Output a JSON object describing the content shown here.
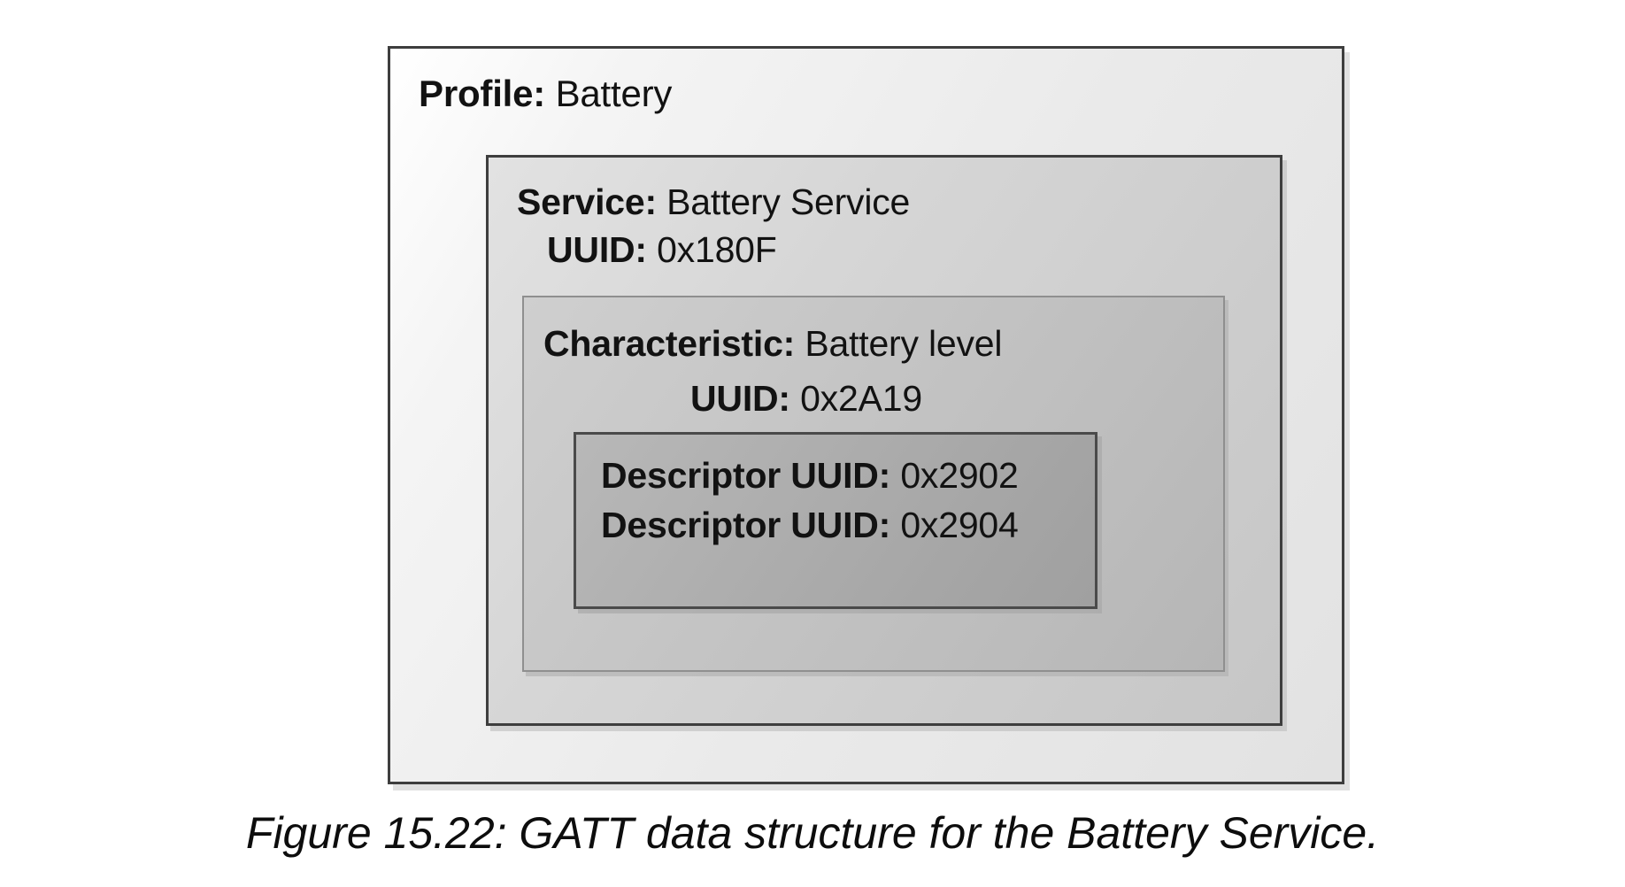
{
  "figure": {
    "caption": "Figure 15.22: GATT data structure for the Battery Service.",
    "profile": {
      "key": "Profile:",
      "value": " Battery",
      "service": {
        "key": "Service:",
        "value": " Battery Service",
        "uuid_key": "UUID:",
        "uuid_value": " 0x180F",
        "characteristic": {
          "key": "Characteristic:",
          "value": " Battery level",
          "uuid_key": "UUID:",
          "uuid_value": " 0x2A19",
          "descriptors": [
            {
              "key": "Descriptor UUID:",
              "value": " 0x2902"
            },
            {
              "key": "Descriptor UUID:",
              "value": " 0x2904"
            }
          ]
        }
      }
    },
    "colors": {
      "profile_fill": "#eaeaea",
      "service_fill": "#cdcdcd",
      "characteristic_fill": "#bdbdbd",
      "descriptor_fill": "#a6a6a6",
      "border_dark": "#3e3e3e",
      "border_mid": "#8f8f8f",
      "text": "#121212",
      "page_background": "#ffffff"
    }
  }
}
